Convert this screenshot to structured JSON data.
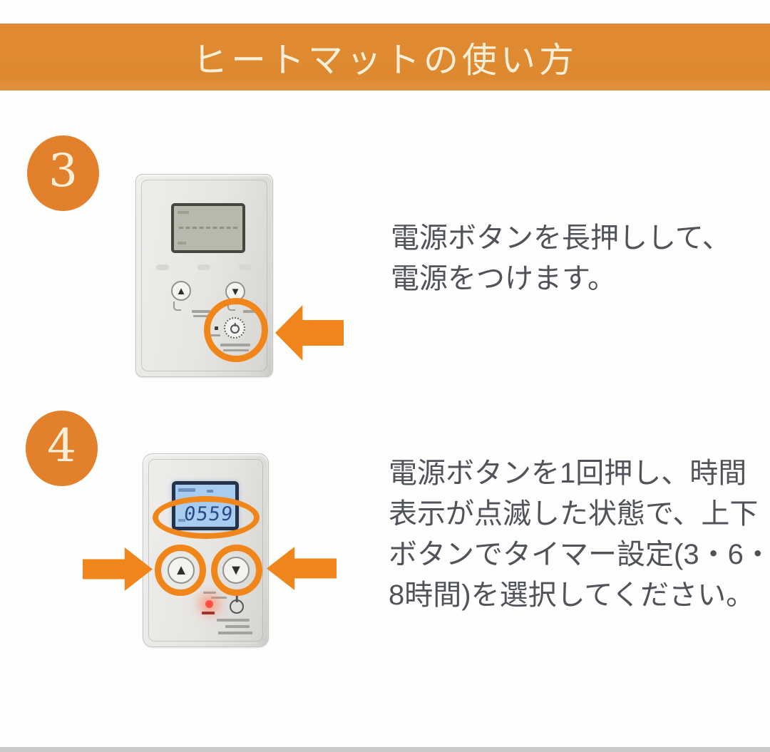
{
  "page": {
    "title": "ヒートマットの使い方"
  },
  "colors": {
    "banner_bg": "#DF8A31",
    "accent_orange": "#F0861A",
    "badge_orange": "#E2802C",
    "body_text": "#50545A",
    "lcd_blue_bg": "#A7CCEF",
    "lcd_blue_digits": "#2B4A85",
    "lcd_gray_bg": "#B6BAAD",
    "led_red": "#FF5040"
  },
  "icons": {
    "up_triangle": "▲",
    "down_triangle": "▼"
  },
  "steps": [
    {
      "number": "3",
      "instruction_lines": [
        "電源ボタンを長押しして、",
        "電源をつけます。"
      ]
    },
    {
      "number": "4",
      "lcd_time": "0559",
      "instruction_lines": [
        "電源ボタンを1回押し、時間",
        "表示が点滅した状態で、上下",
        "ボタンでタイマー設定(3・6・",
        "8時間)を選択してください。"
      ]
    }
  ]
}
